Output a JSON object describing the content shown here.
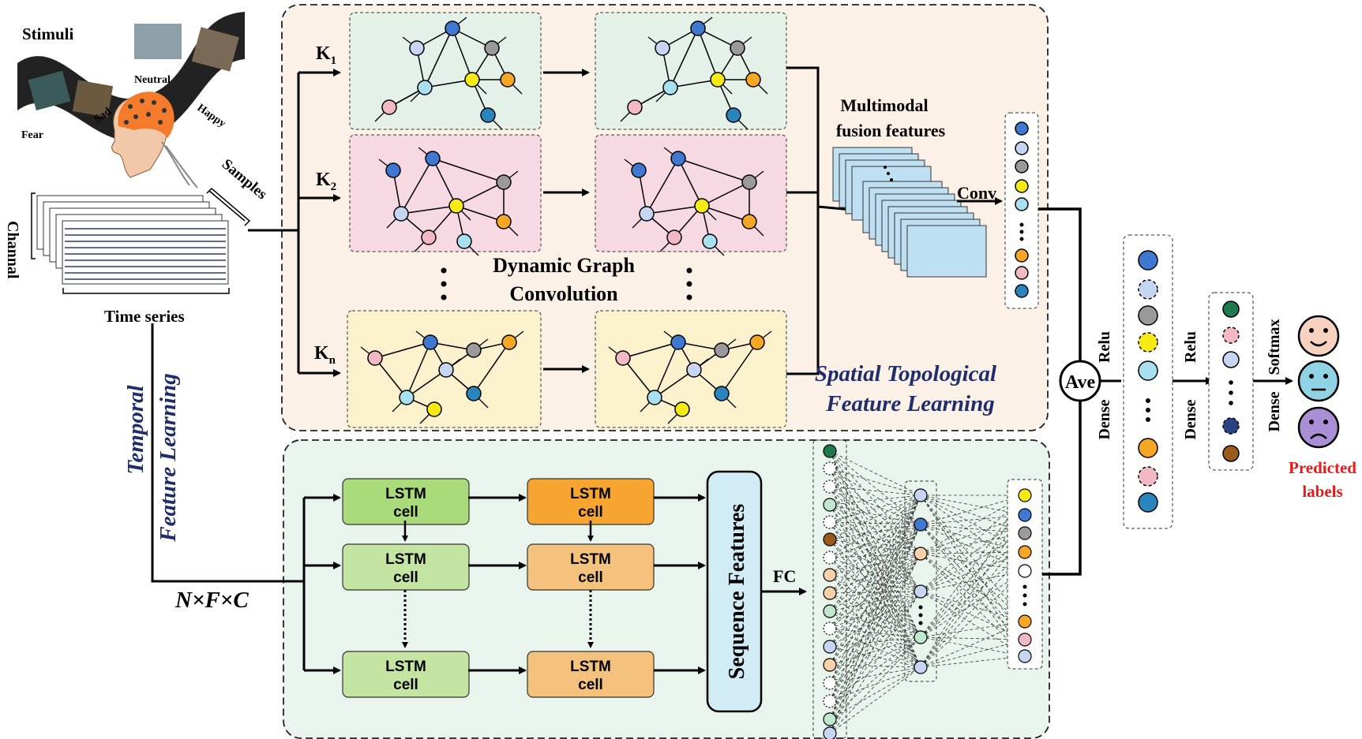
{
  "stimuli": {
    "title": "Stimuli",
    "emotions": [
      "Fear",
      "Sad",
      "Neutral",
      "Happy"
    ]
  },
  "eeg": {
    "channel_label": "Channal",
    "samples_label": "Samples",
    "time_label": "Time series"
  },
  "spatial": {
    "branches": [
      {
        "k": "K",
        "sub": "1"
      },
      {
        "k": "K",
        "sub": "2"
      },
      {
        "k": "K",
        "sub": "n"
      }
    ],
    "dgc_label_line1": "Dynamic Graph",
    "dgc_label_line2": "Convolution",
    "fusion_line1": "Multimodal",
    "fusion_line2": "fusion features",
    "conv_label": "Conv",
    "title_line1": "Spatial Topological",
    "title_line2": "Feature Learning"
  },
  "temporal": {
    "title_line1": "Temporal",
    "title_line2": "Feature Learning",
    "input_dims": "N×F×C",
    "lstm_line1": "LSTM",
    "lstm_line2": "cell",
    "seq_label": "Sequence Features",
    "fc_label": "FC"
  },
  "classifier": {
    "ave_label": "Ave",
    "relu": "Relu",
    "dense": "Dense",
    "softmax": "Softmax",
    "predicted_line1": "Predicted",
    "predicted_line2": "labels"
  },
  "colors": {
    "spatial_bg": "#fcf1e6",
    "temporal_bg": "#e8f4ec",
    "graph_green": "#e3f1e8",
    "graph_pink": "#f7d9e3",
    "graph_yellow": "#fbf1cc",
    "lstm_green": "#a9db7a",
    "lstm_orange": "#f6a531",
    "lstm_light_green": "#c4e5a1",
    "lstm_light_orange": "#f4c27d",
    "seq_bg": "#d2ecf5",
    "title_blue": "#1f2d6b",
    "label_red": "#e41b1b"
  }
}
